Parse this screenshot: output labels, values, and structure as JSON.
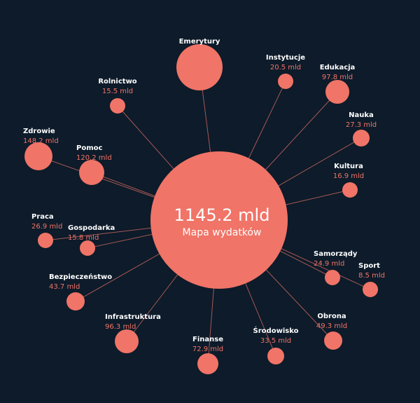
{
  "chart_data": {
    "type": "bubble-network",
    "center": {
      "value_label": "1145.2 mld",
      "subtitle": "Mapa wydatków",
      "total": 1145.2
    },
    "unit": "mld",
    "colors": {
      "background": "#0d1b2a",
      "bubble": "#f07467",
      "link": "#c0635b",
      "text": "#ffffff",
      "value_text": "#f07467"
    },
    "categories": [
      {
        "name": "Emerytury",
        "value": null,
        "value_label": ""
      },
      {
        "name": "Instytucje",
        "value": 20.5,
        "value_label": "20.5 mld"
      },
      {
        "name": "Edukacja",
        "value": 97.8,
        "value_label": "97.8 mld"
      },
      {
        "name": "Rolnictwo",
        "value": 15.5,
        "value_label": "15.5 mld"
      },
      {
        "name": "Nauka",
        "value": 27.3,
        "value_label": "27.3 mld"
      },
      {
        "name": "Zdrowie",
        "value": 148.2,
        "value_label": "148.2 mld"
      },
      {
        "name": "Pomoc",
        "value": 120.2,
        "value_label": "120.2 mld"
      },
      {
        "name": "Kultura",
        "value": 16.9,
        "value_label": "16.9 mld"
      },
      {
        "name": "Praca",
        "value": 26.9,
        "value_label": "26.9 mld"
      },
      {
        "name": "Gospodarka",
        "value": 15.8,
        "value_label": "15.8 mld"
      },
      {
        "name": "Samorządy",
        "value": 24.9,
        "value_label": "24.9 mld"
      },
      {
        "name": "Sport",
        "value": 8.5,
        "value_label": "8.5 mld"
      },
      {
        "name": "Bezpieczeństwo",
        "value": 43.7,
        "value_label": "43.7 mld"
      },
      {
        "name": "Obrona",
        "value": 49.3,
        "value_label": "49.3 mld"
      },
      {
        "name": "Infrastruktura",
        "value": 96.3,
        "value_label": "96.3 mld"
      },
      {
        "name": "Środowisko",
        "value": 33.5,
        "value_label": "33.5 mld"
      },
      {
        "name": "Finanse",
        "value": 72.9,
        "value_label": "72.9 mld"
      }
    ]
  }
}
